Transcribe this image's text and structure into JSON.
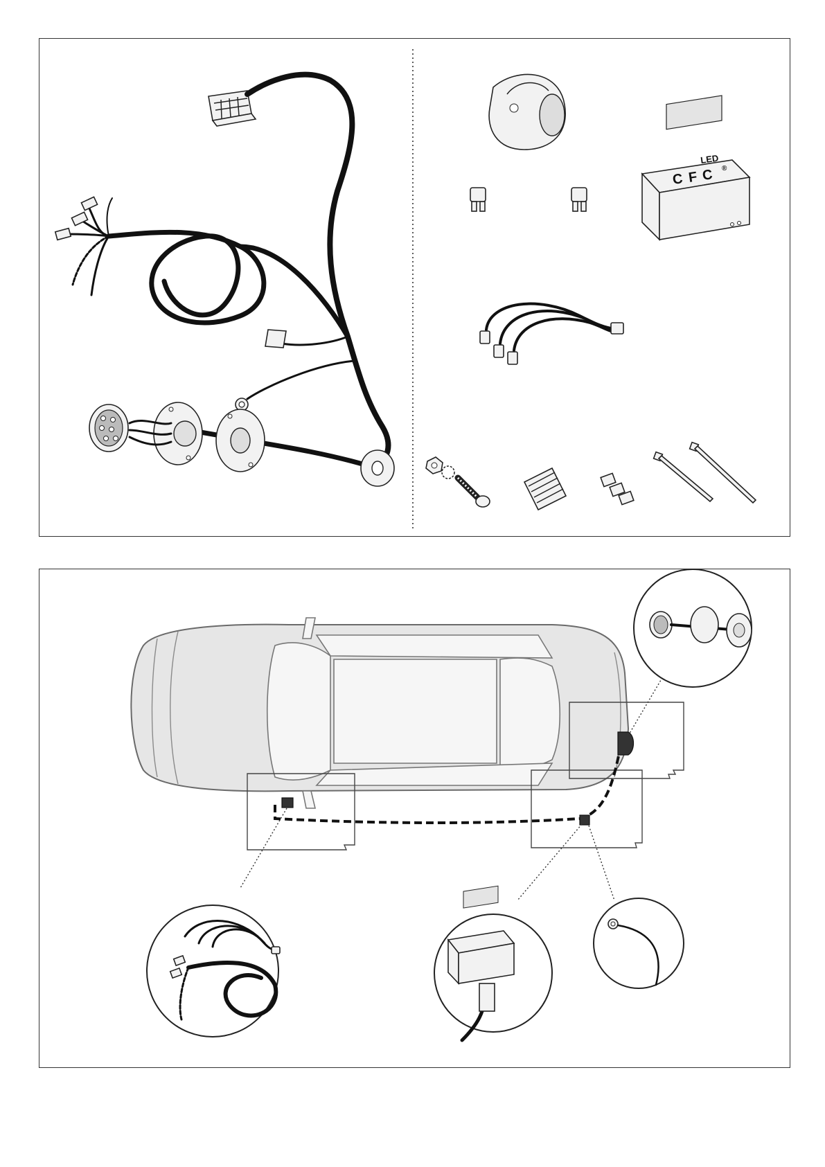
{
  "module": {
    "led_label": "LED",
    "badge_letters": [
      "C",
      "F",
      "C"
    ],
    "registered_mark": "®"
  },
  "divider": {
    "style": "dotted"
  }
}
